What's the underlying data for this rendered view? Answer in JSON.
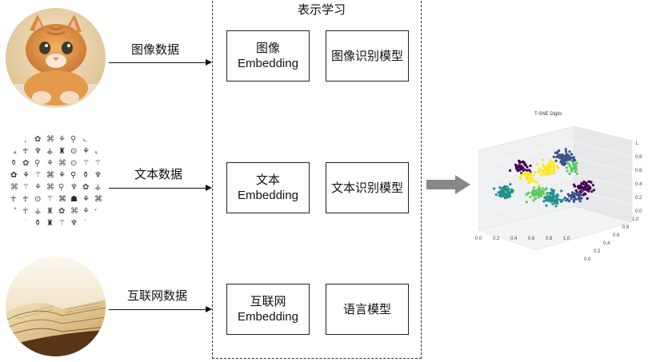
{
  "section_title": "表示学习",
  "rows": [
    {
      "input_label": "图像数据",
      "embed_line1": "图像",
      "embed_line2": "Embedding",
      "model": "图像识别模型"
    },
    {
      "input_label": "文本数据",
      "embed_line1": "文本",
      "embed_line2": "Embedding",
      "model": "文本识别模型"
    },
    {
      "input_label": "互联网数据",
      "embed_line1": "互联网",
      "embed_line2": "Embedding",
      "model": "语言模型"
    }
  ],
  "tsne": {
    "title": "T-SNE Digits",
    "x_ticks": [
      "0.0",
      "0.2",
      "0.4",
      "0.6",
      "0.8",
      "1.0"
    ],
    "y_ticks": [
      "0.0",
      "0.2",
      "0.4",
      "0.6",
      "0.8",
      "1.0"
    ],
    "z_ticks": [
      "0.0",
      "0.2",
      "0.4",
      "0.6",
      "0.8",
      "1."
    ],
    "cluster_colors": [
      "#440154",
      "#3b528b",
      "#21918c",
      "#5ec962",
      "#fde725"
    ]
  },
  "icons": {
    "cat": "cat-photo-icon",
    "glyphs": "ancient-glyphs-icon",
    "book": "open-book-icon",
    "transform_arrow": "thick-arrow-icon"
  }
}
